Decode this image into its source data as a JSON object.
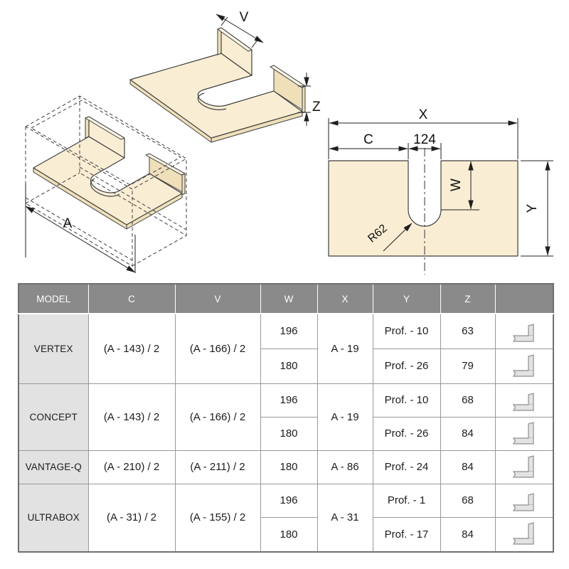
{
  "diagrams": {
    "iso_cabinet": {
      "dim_a": "A"
    },
    "iso_panel": {
      "dim_v": "V",
      "dim_z": "Z"
    },
    "front_view": {
      "dim_x": "X",
      "dim_c": "C",
      "dim_notch_width": "124",
      "dim_w": "W",
      "dim_y": "Y",
      "radius": "R62"
    }
  },
  "table": {
    "headers": {
      "model": "MODEL",
      "c": "C",
      "v": "V",
      "w": "W",
      "x": "X",
      "y": "Y",
      "z": "Z",
      "icon": ""
    },
    "groups": [
      {
        "model": "VERTEX",
        "c": "(A - 143) / 2",
        "v": "(A - 166) / 2",
        "x": "A - 19",
        "subrows": [
          {
            "w": "196",
            "y": "Prof. - 10",
            "z": "63"
          },
          {
            "w": "180",
            "y": "Prof. - 26",
            "z": "79"
          }
        ]
      },
      {
        "model": "CONCEPT",
        "c": "(A - 143) / 2",
        "v": "(A - 166) / 2",
        "x": "A - 19",
        "subrows": [
          {
            "w": "196",
            "y": "Prof. - 10",
            "z": "68"
          },
          {
            "w": "180",
            "y": "Prof. - 26",
            "z": "84"
          }
        ]
      },
      {
        "model": "VANTAGE-Q",
        "c": "(A - 210) / 2",
        "v": "(A - 211) / 2",
        "x": "A - 86",
        "subrows": [
          {
            "w": "180",
            "y": "Prof. - 24",
            "z": "84"
          }
        ]
      },
      {
        "model": "ULTRABOX",
        "c": "(A - 31) / 2",
        "v": "(A - 155) / 2",
        "x": "A - 31",
        "subrows": [
          {
            "w": "196",
            "y": "Prof. - 1",
            "z": "68"
          },
          {
            "w": "180",
            "y": "Prof. - 17",
            "z": "84"
          }
        ]
      }
    ]
  },
  "colors": {
    "panel_fill": "#f9eed4",
    "panel_edge_fill": "#efe0ba",
    "line": "#3f3f3f",
    "header_bg": "#8a8a8a",
    "header_text": "#ffffff",
    "model_cell_bg": "#e2e2e2",
    "grid_border": "#989898"
  }
}
